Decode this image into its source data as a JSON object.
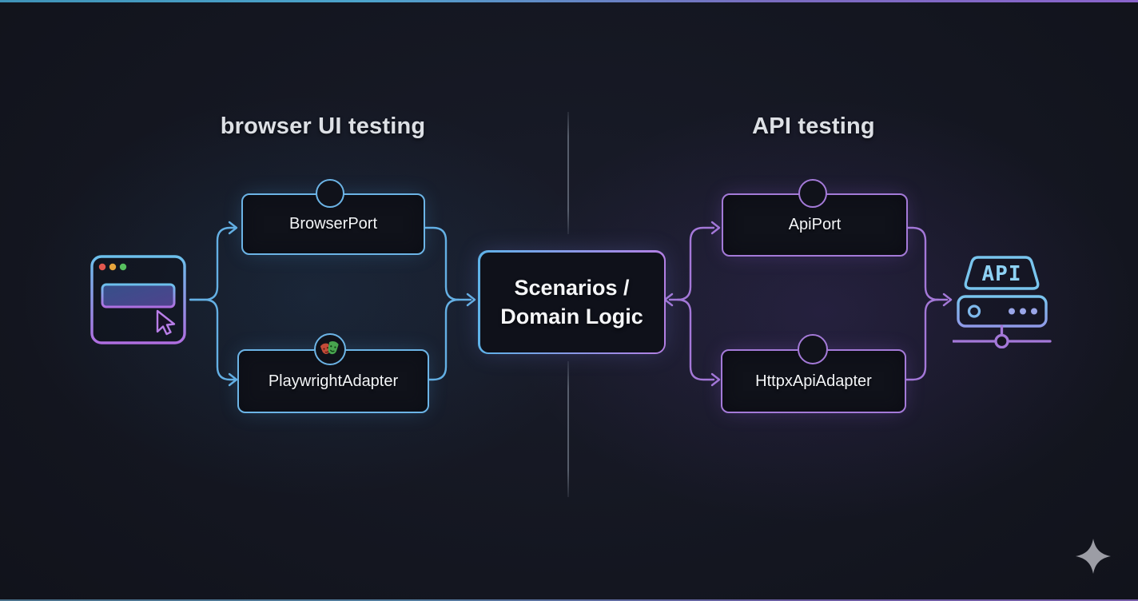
{
  "titles": {
    "left": "browser UI testing",
    "right": "API testing"
  },
  "sections": {
    "left": {
      "port_label": "BrowserPort",
      "adapter_label": "PlaywrightAdapter"
    },
    "right": {
      "port_label": "ApiPort",
      "adapter_label": "HttpxApiAdapter"
    }
  },
  "center": {
    "line1": "Scenarios /",
    "line2": "Domain Logic"
  },
  "api_icon": {
    "label": "API"
  },
  "icons": [
    "browser-window-icon",
    "playwright-masks-icon",
    "api-server-icon",
    "sparkle-icon",
    "port-circle-icon"
  ],
  "edges": [
    {
      "from": "browser-window-icon",
      "to": "BrowserPort"
    },
    {
      "from": "browser-window-icon",
      "to": "PlaywrightAdapter"
    },
    {
      "from": "BrowserPort",
      "to": "Scenarios / Domain Logic"
    },
    {
      "from": "PlaywrightAdapter",
      "to": "Scenarios / Domain Logic"
    },
    {
      "from": "api-junction",
      "to": "Scenarios / Domain Logic"
    },
    {
      "from": "api-junction",
      "to": "ApiPort"
    },
    {
      "from": "api-junction",
      "to": "HttpxApiAdapter"
    },
    {
      "from": "ApiPort",
      "to": "api-server-icon"
    },
    {
      "from": "HttpxApiAdapter",
      "to": "api-server-icon"
    }
  ],
  "colors": {
    "background": "#14161f",
    "blue_accent": "#6cb4e6",
    "purple_accent": "#a47ad8",
    "box_fill": "#10121a",
    "text": "#f3f5f7",
    "title_text": "#dde0e5",
    "divider": "#8c96a5",
    "sparkle": "#9c9da5"
  }
}
